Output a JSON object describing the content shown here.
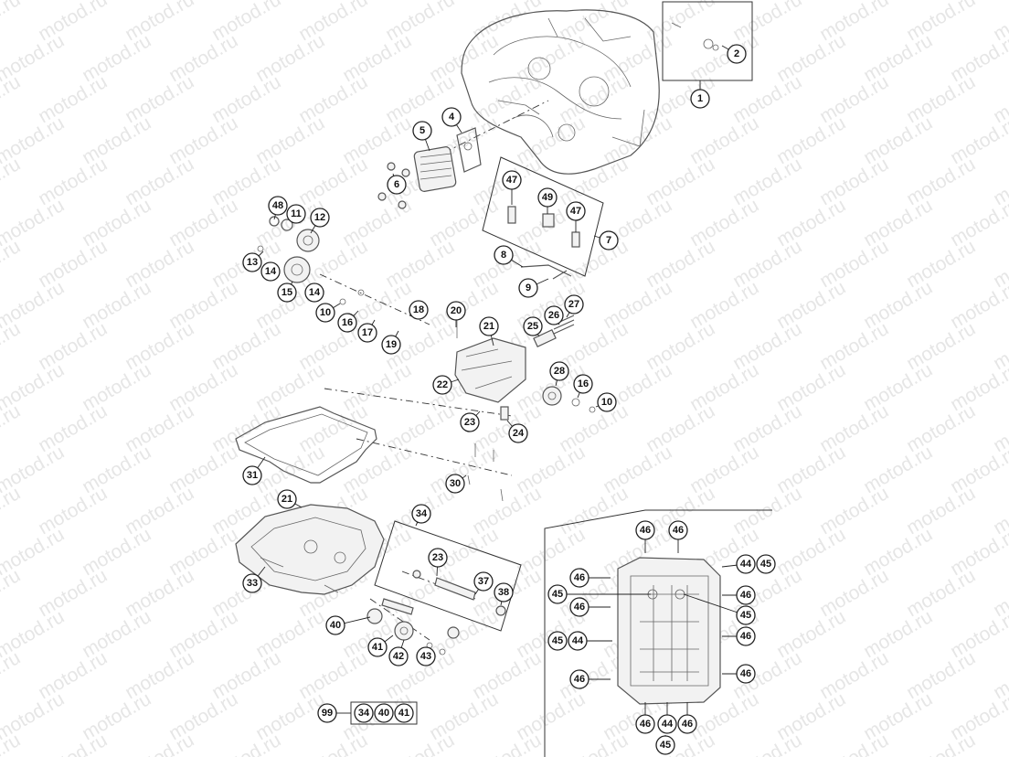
{
  "watermark": "motod.ru",
  "callouts": [
    "1",
    "2",
    "4",
    "5",
    "6",
    "7",
    "8",
    "9",
    "10",
    "11",
    "12",
    "13",
    "14",
    "15",
    "16",
    "17",
    "18",
    "19",
    "20",
    "21",
    "22",
    "23",
    "24",
    "25",
    "26",
    "27",
    "28",
    "30",
    "31",
    "33",
    "34",
    "37",
    "38",
    "40",
    "41",
    "42",
    "43",
    "44",
    "45",
    "46",
    "47",
    "48",
    "49",
    "99"
  ],
  "legend_group": {
    "key": "99",
    "members": [
      "34",
      "40",
      "41"
    ]
  }
}
